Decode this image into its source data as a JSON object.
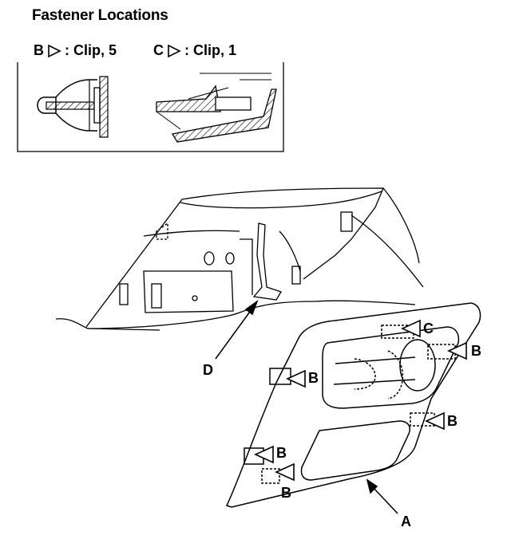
{
  "title": "Fastener Locations",
  "legend": {
    "b": {
      "letter": "B",
      "text": ": Clip, 5"
    },
    "c": {
      "letter": "C",
      "text": ": Clip, 1"
    }
  },
  "callouts": {
    "a": "A",
    "b": "B",
    "c": "C",
    "d": "D"
  }
}
